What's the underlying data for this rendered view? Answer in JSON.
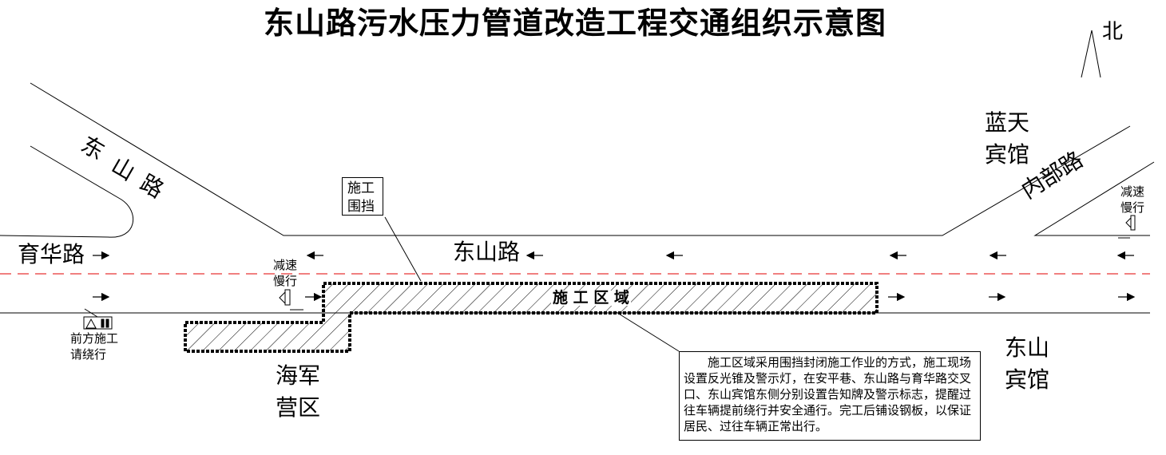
{
  "title": "东山路污水压力管道改造工程交通组织示意图",
  "compass": {
    "label": "北",
    "icon": "north-arrow-icon"
  },
  "roads": {
    "yuhua": "育华路",
    "dongshan_main": "东山路",
    "dongshan_diagonal": [
      "东",
      "山",
      "路"
    ],
    "neibu": "内部路"
  },
  "places": {
    "lantian": [
      "蓝天",
      "宾馆"
    ],
    "haijun": [
      "海军",
      "营区"
    ],
    "dongshan_hotel": [
      "东山",
      "宾馆"
    ]
  },
  "construction_zone": {
    "label": "施 工 区 域",
    "hatch_color": "#000000"
  },
  "fence_label": [
    "施工",
    "围挡"
  ],
  "signs": {
    "slow_down_left": [
      "减速",
      "慢行"
    ],
    "slow_down_right": [
      "减速",
      "慢行"
    ],
    "detour": [
      "前方施工",
      "请绕行"
    ]
  },
  "note": "施工区域采用围挡封闭施工作业的方式，施工现场设置反光锥及警示灯，在安平巷、东山路与育华路交叉口、东山宾馆东侧分别设置告知牌及警示标志，提醒过往车辆提前绕行并安全通行。完工后铺设钢板，以保证居民、过往车辆正常出行。",
  "colors": {
    "center_line": "#e00000",
    "lines": "#000000"
  }
}
